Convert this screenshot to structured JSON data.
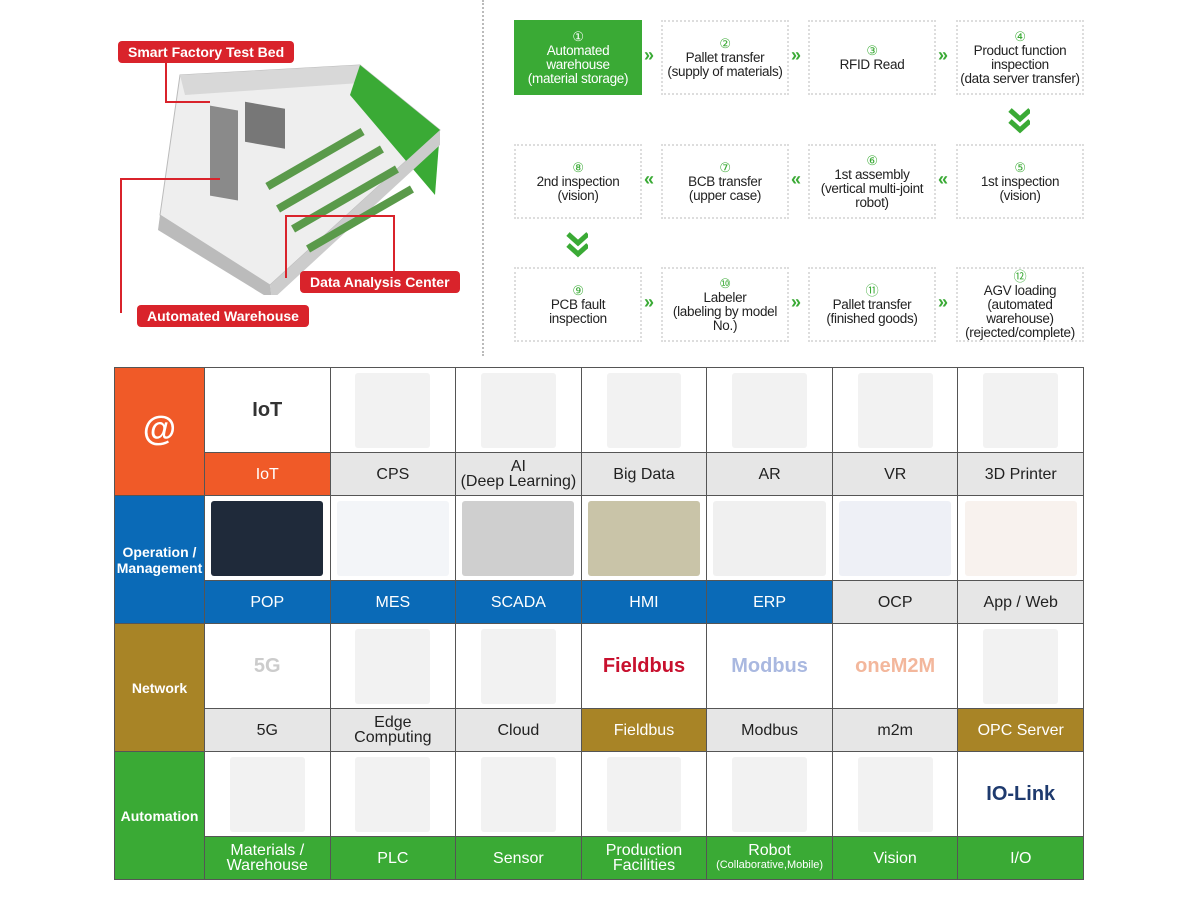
{
  "illustration": {
    "labels": [
      "Smart Factory Test Bed",
      "Data Analysis Center",
      "Automated Warehouse"
    ]
  },
  "flow": [
    {
      "num": "①",
      "lines": [
        "Automated",
        "warehouse",
        "(material storage)"
      ],
      "active": true
    },
    {
      "num": "②",
      "lines": [
        "Pallet transfer",
        "(supply of materials)"
      ]
    },
    {
      "num": "③",
      "lines": [
        "RFID Read"
      ]
    },
    {
      "num": "④",
      "lines": [
        "Product function",
        "inspection",
        "(data server transfer)"
      ]
    },
    {
      "num": "⑤",
      "lines": [
        "1st inspection",
        "(vision)"
      ]
    },
    {
      "num": "⑥",
      "lines": [
        "1st assembly",
        "(vertical multi-joint",
        "robot)"
      ]
    },
    {
      "num": "⑦",
      "lines": [
        "BCB transfer",
        "(upper case)"
      ]
    },
    {
      "num": "⑧",
      "lines": [
        "2nd inspection",
        "(vision)"
      ]
    },
    {
      "num": "⑨",
      "lines": [
        "PCB fault",
        "inspection"
      ]
    },
    {
      "num": "⑩",
      "lines": [
        "Labeler",
        "(labeling by model",
        "No.)"
      ]
    },
    {
      "num": "⑪",
      "lines": [
        "Pallet transfer",
        "(finished goods)"
      ]
    },
    {
      "num": "⑫",
      "lines": [
        "AGV loading",
        "(automated",
        "warehouse)",
        "(rejected/complete)"
      ]
    }
  ],
  "colors": {
    "orange": "#f05a28",
    "blue": "#0a6ab7",
    "gold": "#a88426",
    "green": "#3aaa35",
    "red": "#d9232b"
  },
  "table": [
    {
      "header": "@",
      "color": "orange",
      "cells": [
        {
          "label": "IoT",
          "hl": true,
          "icon": "iot-cloud-icon",
          "logo": "IoT"
        },
        {
          "label": "CPS",
          "icon": "cps-factory-image"
        },
        {
          "label": "AI\n(Deep Learning)",
          "icon": "brain-network-icon"
        },
        {
          "label": "Big Data",
          "icon": "big-data-wave-icon"
        },
        {
          "label": "AR",
          "icon": "ar-logo-icon"
        },
        {
          "label": "VR",
          "icon": "vr-headset-icon"
        },
        {
          "label": "3D Printer",
          "icon": "3d-printer-icon"
        }
      ]
    },
    {
      "header": "Operation /\nManagement",
      "color": "blue",
      "cells": [
        {
          "label": "POP",
          "hl": true,
          "icon": "pop-screenshot"
        },
        {
          "label": "MES",
          "hl": true,
          "icon": "mes-screenshot"
        },
        {
          "label": "SCADA",
          "hl": true,
          "icon": "scada-screenshot"
        },
        {
          "label": "HMI",
          "hl": true,
          "icon": "hmi-screenshot"
        },
        {
          "label": "ERP",
          "hl": true,
          "icon": "erp-screenshot"
        },
        {
          "label": "OCP",
          "icon": "ocp-image"
        },
        {
          "label": "App / Web",
          "icon": "app-web-screenshot"
        }
      ]
    },
    {
      "header": "Network",
      "color": "gold",
      "cells": [
        {
          "label": "5G",
          "icon": "5g-icon",
          "logo": "5G"
        },
        {
          "label": "Edge\nComputing",
          "icon": "edge-cloud-icon"
        },
        {
          "label": "Cloud",
          "icon": "cloud-device-image"
        },
        {
          "label": "Fieldbus",
          "hl": true,
          "icon": "fieldbus-logo",
          "logo": "Fieldbus"
        },
        {
          "label": "Modbus",
          "icon": "modbus-logo",
          "logo": "Modbus"
        },
        {
          "label": "m2m",
          "icon": "onem2m-logo",
          "logo": "oneM2M"
        },
        {
          "label": "OPC Server",
          "hl": true,
          "icon": "server-rack-icon"
        }
      ]
    },
    {
      "header": "Automation",
      "color": "green",
      "cells": [
        {
          "label": "Materials /\nWarehouse",
          "hl": true,
          "icon": "warehouse-rack-image"
        },
        {
          "label": "PLC",
          "hl": true,
          "icon": "plc-image"
        },
        {
          "label": "Sensor",
          "hl": true,
          "icon": "sensor-image"
        },
        {
          "label": "Production\nFacilities",
          "hl": true,
          "icon": "production-line-image"
        },
        {
          "label": "Robot",
          "sub": "(Collaborative,Mobile)",
          "hl": true,
          "icon": "robot-image"
        },
        {
          "label": "Vision",
          "hl": true,
          "icon": "vision-camera-image"
        },
        {
          "label": "I/O",
          "hl": true,
          "icon": "io-link-logo",
          "logo": "IO-Link"
        }
      ]
    }
  ]
}
